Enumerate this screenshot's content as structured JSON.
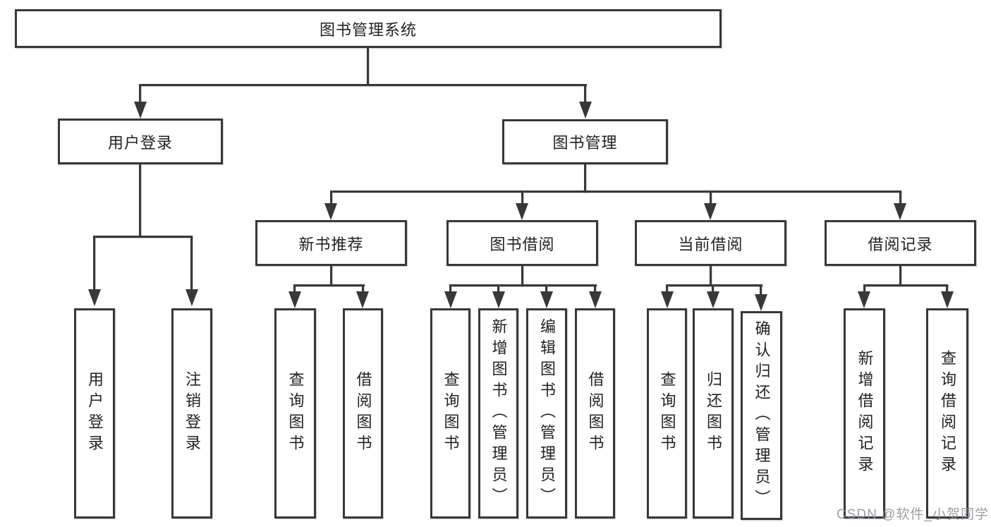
{
  "diagram": {
    "root": {
      "label": "图书管理系统",
      "children": [
        {
          "label": "用户登录",
          "children": [
            {
              "label": "用户登录"
            },
            {
              "label": "注销登录"
            }
          ]
        },
        {
          "label": "图书管理",
          "children": [
            {
              "label": "新书推荐",
              "children": [
                {
                  "label": "查询图书"
                },
                {
                  "label": "借阅图书"
                }
              ]
            },
            {
              "label": "图书借阅",
              "children": [
                {
                  "label": "查询图书"
                },
                {
                  "label": "新增图书（管理员）"
                },
                {
                  "label": "编辑图书（管理员）"
                },
                {
                  "label": "借阅图书"
                }
              ]
            },
            {
              "label": "当前借阅",
              "children": [
                {
                  "label": "查询图书"
                },
                {
                  "label": "归还图书"
                },
                {
                  "label": "确认归还（管理员）"
                }
              ]
            },
            {
              "label": "借阅记录",
              "children": [
                {
                  "label": "新增借阅记录"
                },
                {
                  "label": "查询借阅记录"
                }
              ]
            }
          ]
        }
      ]
    },
    "line_color": "#383838",
    "watermark": "CSDN @软件_小贺同学"
  }
}
